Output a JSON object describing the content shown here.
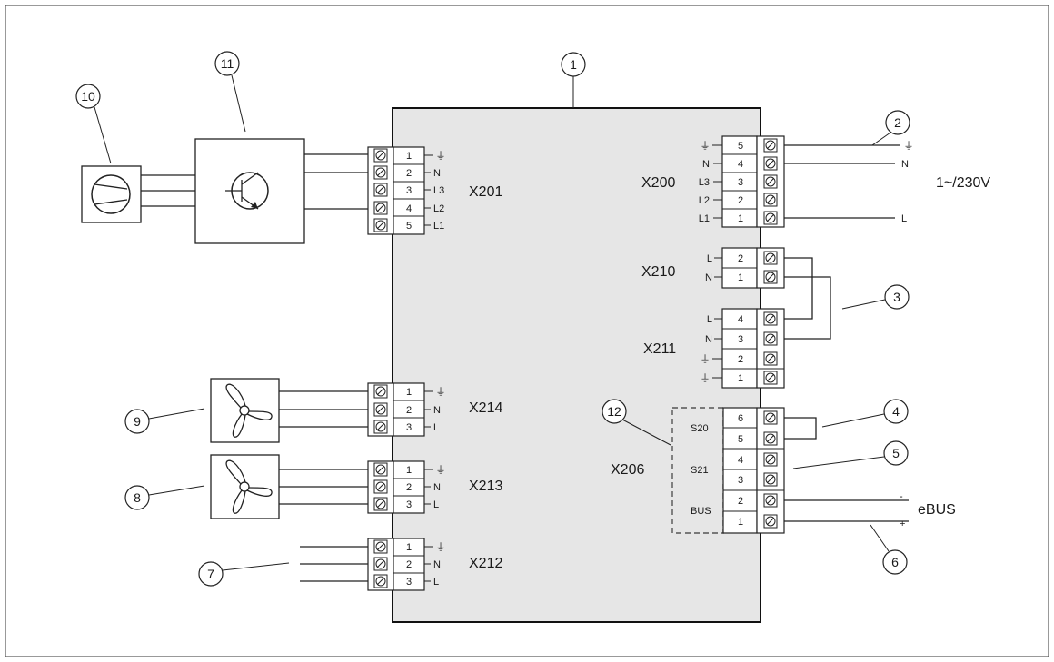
{
  "callouts": [
    "1",
    "2",
    "3",
    "4",
    "5",
    "6",
    "7",
    "8",
    "9",
    "10",
    "11",
    "12"
  ],
  "supply_label": "1~/230V",
  "ebus_label": "eBUS",
  "ebus_polarity": [
    "-",
    "+"
  ],
  "earth_symbol": "⏚",
  "connectors": {
    "X201": {
      "name": "X201",
      "pins": [
        "1",
        "2",
        "3",
        "4",
        "5"
      ],
      "signals": [
        "",
        "N",
        "L3",
        "L2",
        "L1"
      ]
    },
    "X214": {
      "name": "X214",
      "pins": [
        "1",
        "2",
        "3"
      ],
      "signals": [
        "",
        "N",
        "L"
      ]
    },
    "X213": {
      "name": "X213",
      "pins": [
        "1",
        "2",
        "3"
      ],
      "signals": [
        "",
        "N",
        "L"
      ]
    },
    "X212": {
      "name": "X212",
      "pins": [
        "1",
        "2",
        "3"
      ],
      "signals": [
        "",
        "N",
        "L"
      ]
    },
    "X200": {
      "name": "X200",
      "pins": [
        "5",
        "4",
        "3",
        "2",
        "1"
      ],
      "signals": [
        "",
        "N",
        "L3",
        "L2",
        "L1"
      ],
      "wire_labels": [
        "",
        "N",
        "",
        "",
        "L"
      ]
    },
    "X210": {
      "name": "X210",
      "pins": [
        "2",
        "1"
      ],
      "signals": [
        "L",
        "N"
      ]
    },
    "X211": {
      "name": "X211",
      "pins": [
        "4",
        "3",
        "2",
        "1"
      ],
      "signals": [
        "L",
        "N",
        "",
        ""
      ]
    },
    "X206": {
      "name": "X206",
      "pins": [
        "6",
        "5",
        "4",
        "3",
        "2",
        "1"
      ],
      "groups": [
        "S20",
        "S21",
        "BUS"
      ]
    }
  }
}
